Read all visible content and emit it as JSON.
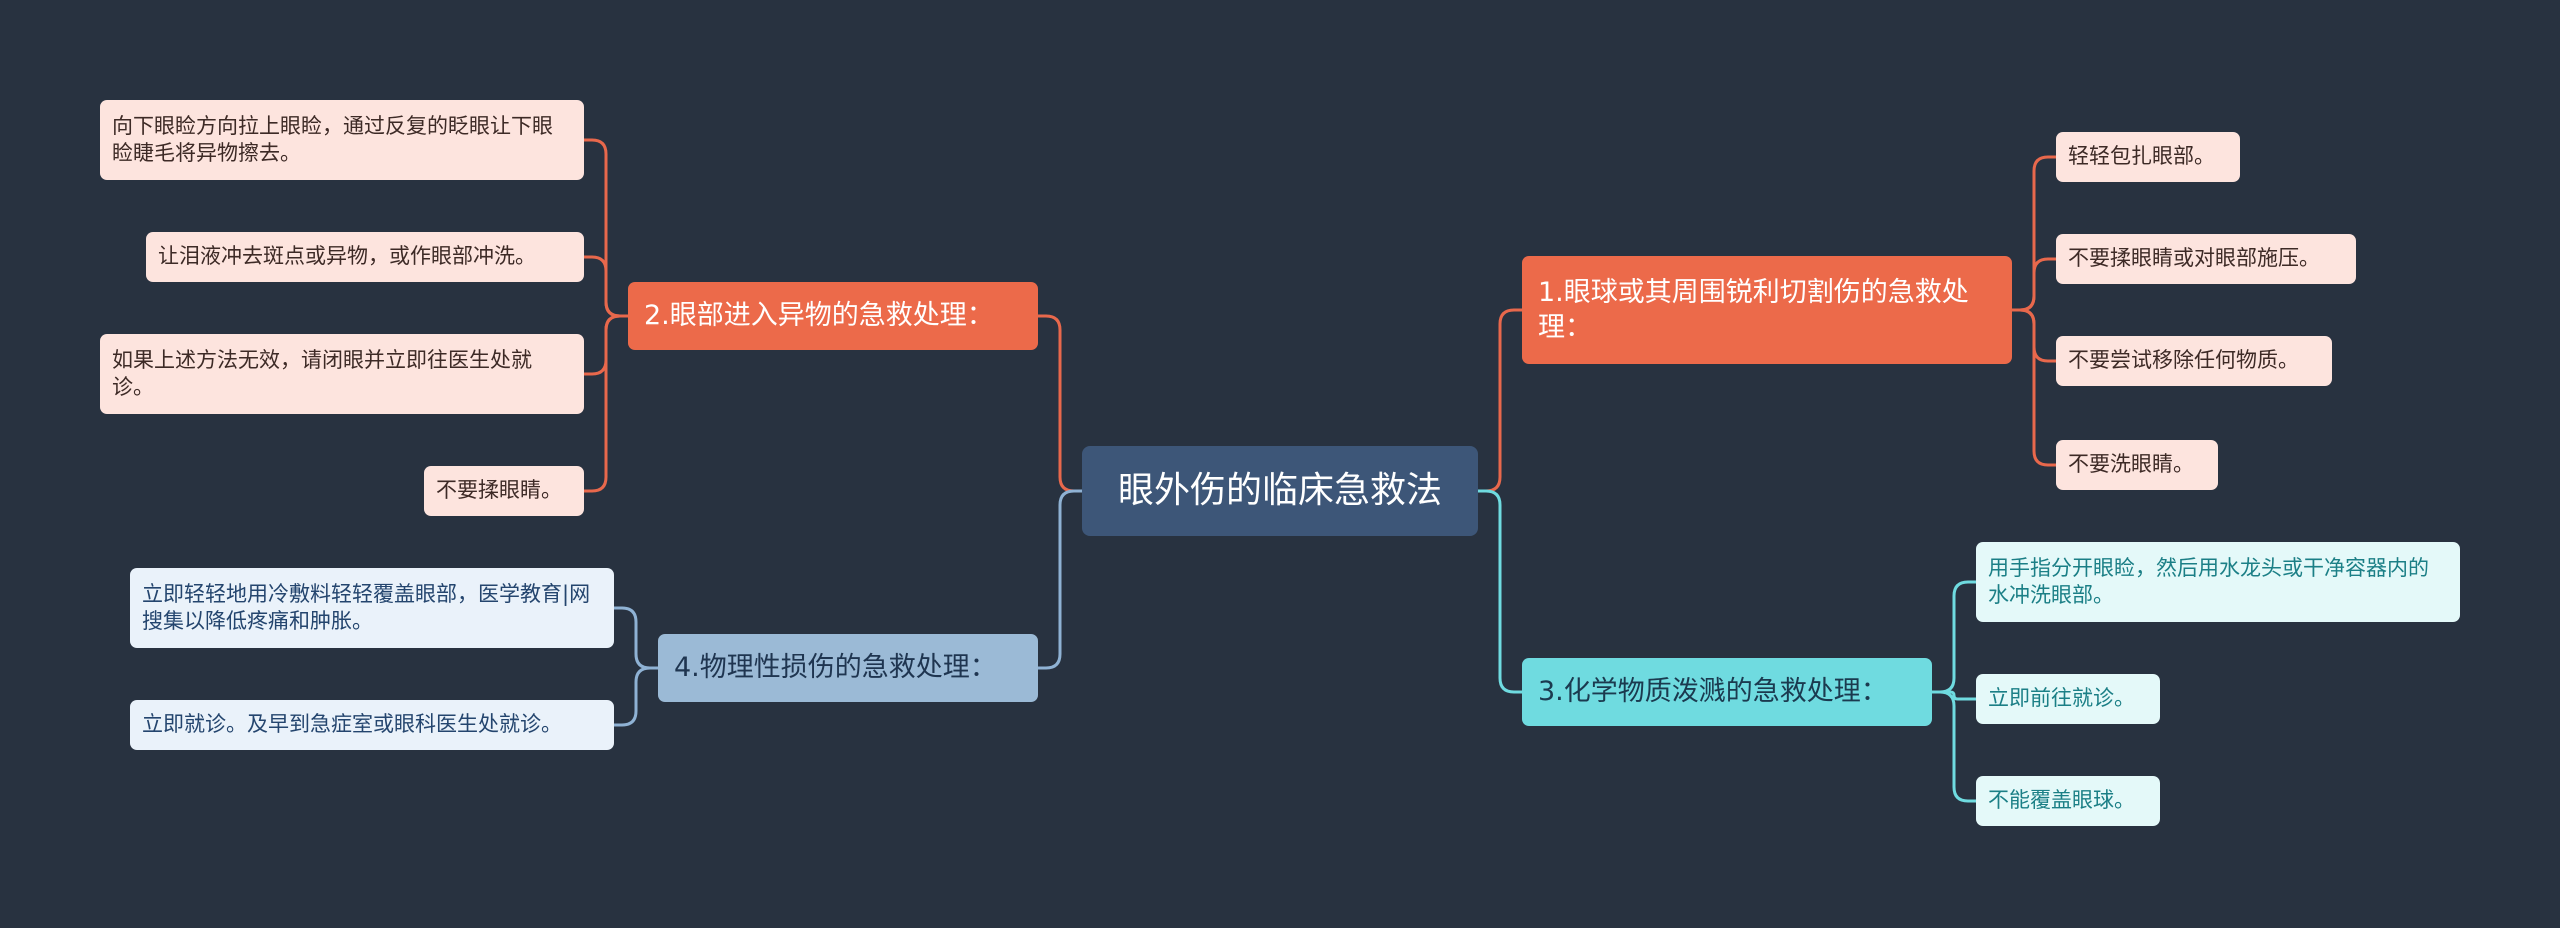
{
  "root": {
    "label": "眼外伤的临床急救法"
  },
  "branches": [
    {
      "label": "1.眼球或其周围锐利切割伤的急救处理：",
      "children": [
        "轻轻包扎眼部。",
        "不要揉眼睛或对眼部施压。",
        "不要尝试移除任何物质。",
        "不要洗眼睛。"
      ]
    },
    {
      "label": "2.眼部进入异物的急救处理：",
      "children": [
        "向下眼睑方向拉上眼睑，通过反复的眨眼让下眼睑睫毛将异物擦去。",
        "让泪液冲去斑点或异物，或作眼部冲洗。",
        "如果上述方法无效，请闭眼并立即往医生处就诊。",
        "不要揉眼睛。"
      ]
    },
    {
      "label": "3.化学物质泼溅的急救处理：",
      "children": [
        "用手指分开眼睑，然后用水龙头或干净容器内的水冲洗眼部。",
        "立即前往就诊。",
        "不能覆盖眼球。"
      ]
    },
    {
      "label": "4.物理性损伤的急救处理：",
      "children": [
        "立即轻轻地用冷敷料轻轻覆盖眼部，医学教育|网搜集以降低疼痛和肿胀。",
        "立即就诊。及早到急症室或眼科医生处就诊。"
      ]
    }
  ],
  "colors": {
    "background": "#283240",
    "root": "#3d5678",
    "warm_branch": "#ec6a4a",
    "cyan_branch": "#6fdbe0",
    "blue_branch": "#9bbad6",
    "warm_link": "#e8684c",
    "cyan_link": "#6fdbe0",
    "blue_link": "#8fb2d4"
  }
}
